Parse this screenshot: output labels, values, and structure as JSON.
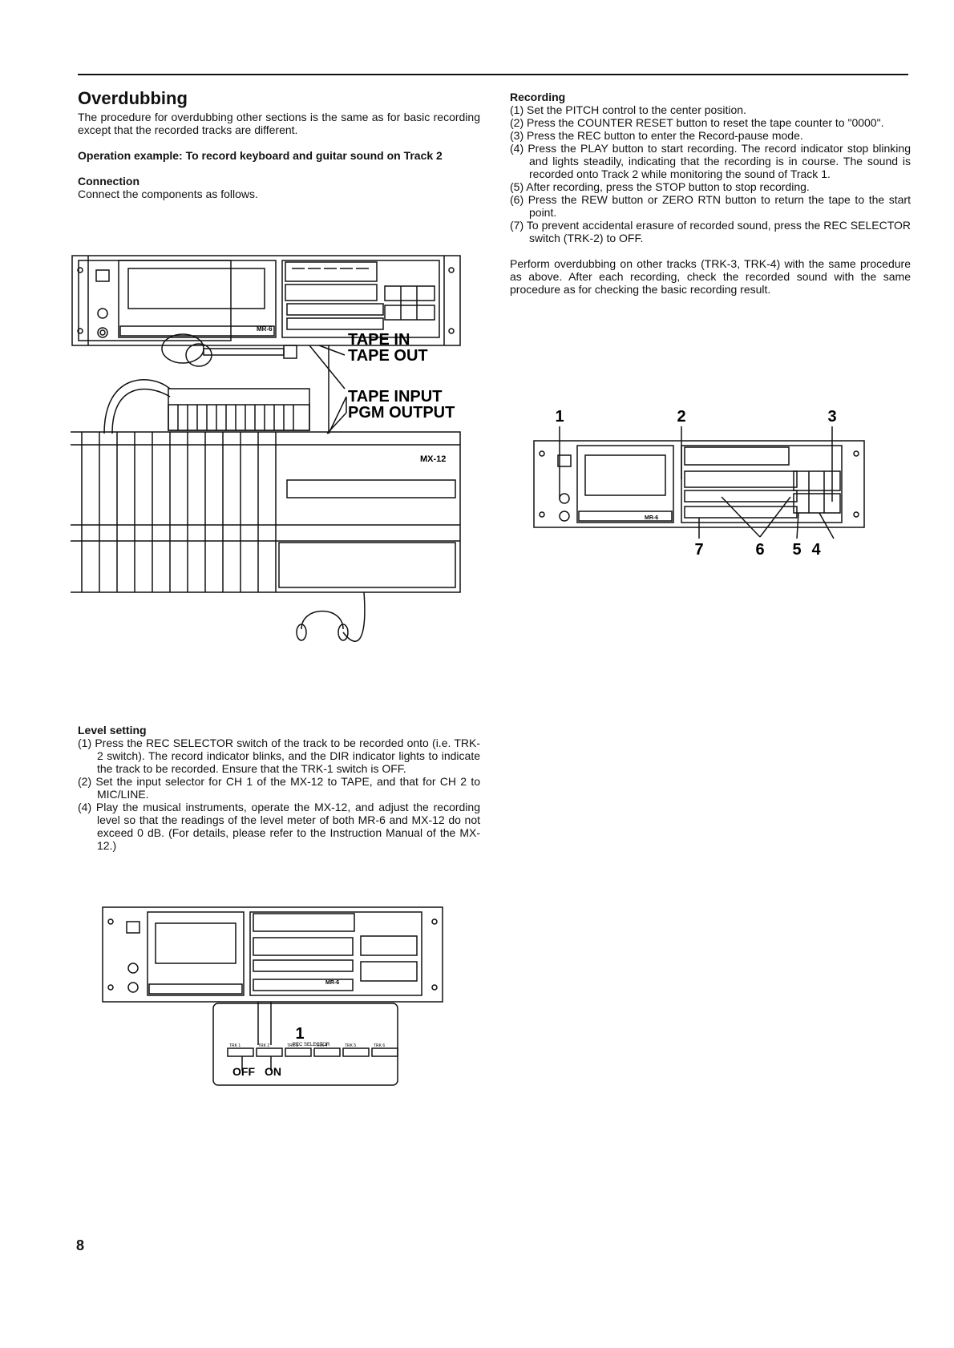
{
  "left": {
    "title": "Overdubbing",
    "intro": "The procedure for overdubbing other sections is the same as for basic recording except that the recorded tracks are different.",
    "operation_heading": "Operation example: To record keyboard and guitar sound on Track 2",
    "connection_heading": "Connection",
    "connection_text": "Connect the components as follows.",
    "level_heading": "Level setting",
    "level_steps": [
      "(1) Press the REC SELECTOR switch of the track to be recorded onto (i.e. TRK-2 switch). The record indicator blinks, and the DIR indicator lights to indicate the track to be recorded. Ensure that the TRK-1 switch is OFF.",
      "(2) Set the input selector for CH 1 of the MX-12 to TAPE, and that for CH 2 to MIC/LINE.",
      "(4) Play the musical instruments, operate the MX-12, and adjust the recording level so that the readings of the level meter of both MR-6 and MX-12 do not exceed 0 dB. (For details, please refer to the Instruction Manual of the MX-12.)"
    ]
  },
  "right": {
    "recording_heading": "Recording",
    "recording_steps": [
      "(1) Set the PITCH control to the center position.",
      "(2) Press the COUNTER RESET button to reset the tape counter to \"0000\".",
      "(3) Press the REC button to enter the Record-pause mode.",
      "(4) Press the PLAY button to start recording. The record indicator stop blinking and lights steadily, indicating that the recording is in course. The sound is recorded onto Track 2 while monitoring the sound of Track 1.",
      "(5) After recording, press the STOP button to stop recording.",
      "(6) Press the REW button or ZERO RTN button to return the tape to the start point.",
      "(7) To prevent accidental erasure of recorded sound, press the REC SELECTOR switch (TRK-2) to OFF."
    ],
    "perform_text": "Perform overdubbing on other tracks (TRK-3, TRK-4) with the same procedure as above. After each recording, check the recorded sound with the same procedure as for checking the basic recording result."
  },
  "diagram1": {
    "tape_in": "TAPE IN",
    "tape_out": "TAPE OUT",
    "tape_input": "TAPE INPUT",
    "pgm_output": "PGM OUTPUT",
    "mixer_label": "MX-12",
    "recorder_label": "MR-6"
  },
  "diagram2": {
    "labels_top": [
      "1",
      "2",
      "3"
    ],
    "labels_bottom": [
      "7",
      "6",
      "5",
      "4"
    ],
    "recorder_label": "MR-6"
  },
  "diagram3": {
    "callout_number": "1",
    "selector_title": "REC SELECTOR",
    "track_labels": [
      "TRK 1",
      "TRK 2",
      "TRK 3",
      "TRK 4",
      "TRK 5",
      "TRK 6"
    ],
    "off_label": "OFF",
    "on_label": "ON",
    "recorder_label": "MR-6"
  },
  "page_number": "8"
}
